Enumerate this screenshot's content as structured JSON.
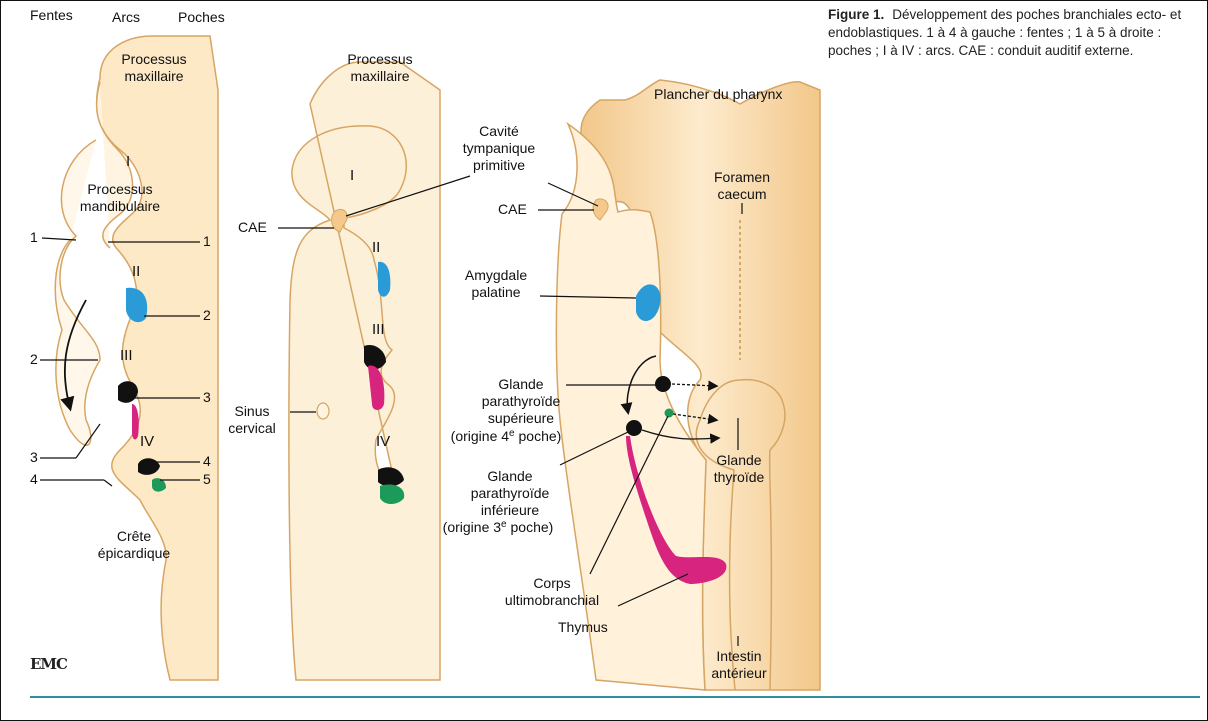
{
  "caption": {
    "title": "Figure 1.",
    "text": "Développement des poches branchiales ecto- et endoblastiques. 1 à 4 à gauche : fentes ; 1 à 5 à droite : poches ; I à IV : arcs. CAE : conduit auditif externe."
  },
  "headers": {
    "fentes": "Fentes",
    "arcs": "Arcs",
    "poches": "Poches"
  },
  "panel1": {
    "processus_maxillaire": [
      "Processus",
      "maxillaire"
    ],
    "processus_mandibulaire": [
      "Processus",
      "mandibulaire"
    ],
    "crete": [
      "Crête",
      "épicardique"
    ],
    "arcs": [
      "I",
      "II",
      "III",
      "IV"
    ],
    "fentes": [
      "1",
      "2",
      "3",
      "4"
    ],
    "poches": [
      "1",
      "2",
      "3",
      "4",
      "5"
    ]
  },
  "panel2": {
    "processus_maxillaire": [
      "Processus",
      "maxillaire"
    ],
    "cae": "CAE",
    "sinus": [
      "Sinus",
      "cervical"
    ],
    "arcs": [
      "I",
      "II",
      "III",
      "IV"
    ]
  },
  "panel3": {
    "plancher": "Plancher du pharynx",
    "cavite": [
      "Cavité",
      "tympanique",
      "primitive"
    ],
    "cae": "CAE",
    "foramen": [
      "Foramen",
      "caecum"
    ],
    "amygdale": [
      "Amygdale",
      "palatine"
    ],
    "glande_sup": [
      "Glande",
      "parathyroïde",
      "supérieure",
      "(origine 4",
      "e",
      " poche)"
    ],
    "glande_inf": [
      "Glande",
      "parathyroïde",
      "inférieure",
      "(origine 3",
      "e",
      " poche)"
    ],
    "glande_thyroide": [
      "Glande",
      "thyroïde"
    ],
    "corps": [
      "Corps",
      "ultimobranchial"
    ],
    "thymus": "Thymus",
    "intestin": [
      "Intestin",
      "antérieur"
    ]
  },
  "logo": "EMC",
  "colors": {
    "tissue": "#f9dcac",
    "tissue_dark": "#e9b56e",
    "outline": "#c8964f",
    "blue": "#2a9bd6",
    "black": "#111111",
    "magenta": "#d6247f",
    "green": "#1b9a5a",
    "rule": "#2f8f9a"
  }
}
